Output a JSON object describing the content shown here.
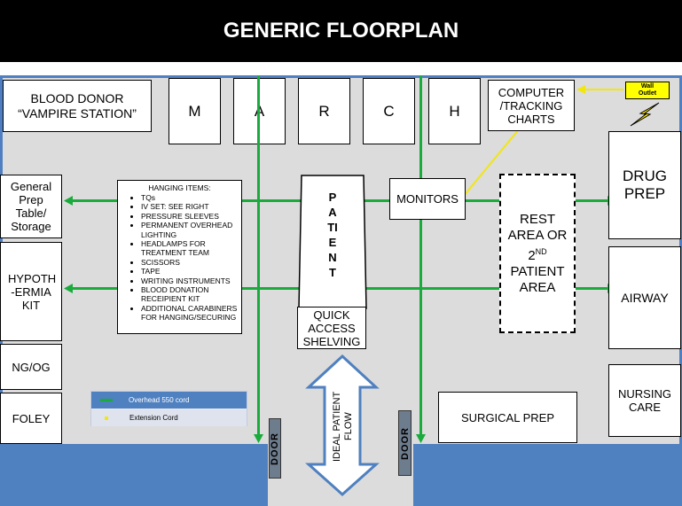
{
  "title": "GENERIC FLOORPLAN",
  "rooms": {
    "blood_donor": "BLOOD DONOR “VAMPIRE STATION”",
    "march": [
      "M",
      "A",
      "R",
      "C",
      "H"
    ],
    "computer": "COMPUTER /TRACKING CHARTS",
    "wall_outlet": "Wall Outlet",
    "drug_prep": "DRUG PREP",
    "general_prep": "General Prep Table/ Storage",
    "hypothermia": "HYPOTH -ERMIA KIT",
    "ng_og": "NG/OG",
    "foley": "FOLEY",
    "patient": "PATIENT",
    "quick_access": "QUICK ACCESS SHELVING",
    "monitors": "MONITORS",
    "rest_area": "REST AREA OR 2ND PATIENT AREA",
    "airway": "AIRWAY",
    "nursing_care": "NURSING CARE",
    "surgical_prep": "SURGICAL PREP"
  },
  "hanging_items": {
    "heading": "HANGING ITEMS:",
    "items": [
      "TQs",
      "IV SET: SEE RIGHT",
      "PRESSURE SLEEVES",
      "PERMANENT OVERHEAD LIGHTING",
      "HEADLAMPS FOR TREATMENT TEAM",
      "SCISSORS",
      "TAPE",
      "WRITING INSTRUMENTS",
      "BLOOD DONATION RECEIPIENT KIT",
      "ADDITIONAL CARABINERS FOR HANGING/SECURING"
    ]
  },
  "flow_label": "IDEAL PATIENT FLOW",
  "door_label": "DOOR",
  "legend": {
    "overhead": "Overhead 550 cord",
    "extension": "Extension Cord"
  },
  "colors": {
    "wall": "#4f80bf",
    "overhead_cord": "#1aab3c",
    "extension_cord": "#f2e60f",
    "floor": "#dcdcdc"
  }
}
